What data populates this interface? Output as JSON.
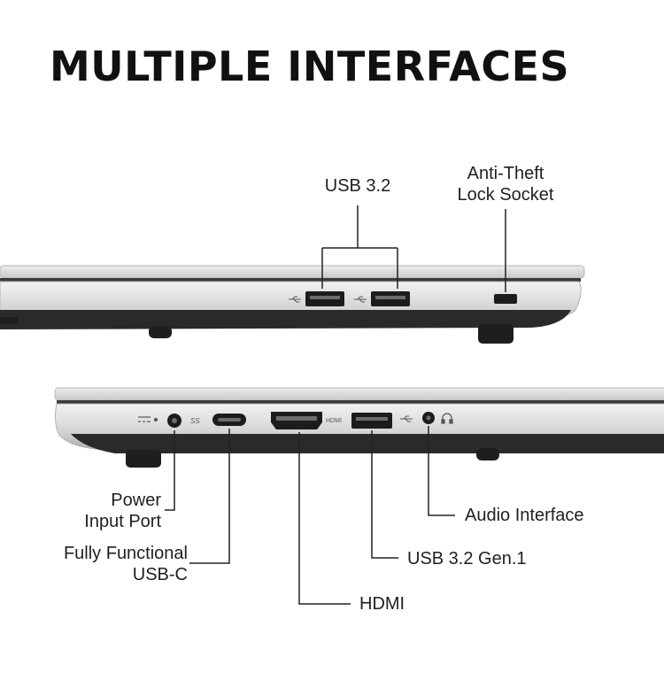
{
  "title": "MULTIPLE INTERFACES",
  "top_view": {
    "labels": {
      "usb": "USB 3.2",
      "lock_line1": "Anti-Theft",
      "lock_line2": "Lock Socket"
    }
  },
  "bottom_view": {
    "labels": {
      "power_line1": "Power",
      "power_line2": "Input Port",
      "usbc_line1": "Fully Functional",
      "usbc_line2": "USB-C",
      "hdmi": "HDMI",
      "usb_gen1": "USB 3.2 Gen.1",
      "audio": "Audio Interface"
    },
    "port_marks": {
      "ss": "SS",
      "hdmi": "HDMI"
    }
  },
  "colors": {
    "chassis": "#d9dadc",
    "chassis_edge": "#b8babd",
    "underside": "#2a2a2c",
    "port": "#1c1c1e",
    "leader": "#222222"
  },
  "icons": [
    "usb-icon",
    "dc-power-icon",
    "headphone-icon"
  ]
}
